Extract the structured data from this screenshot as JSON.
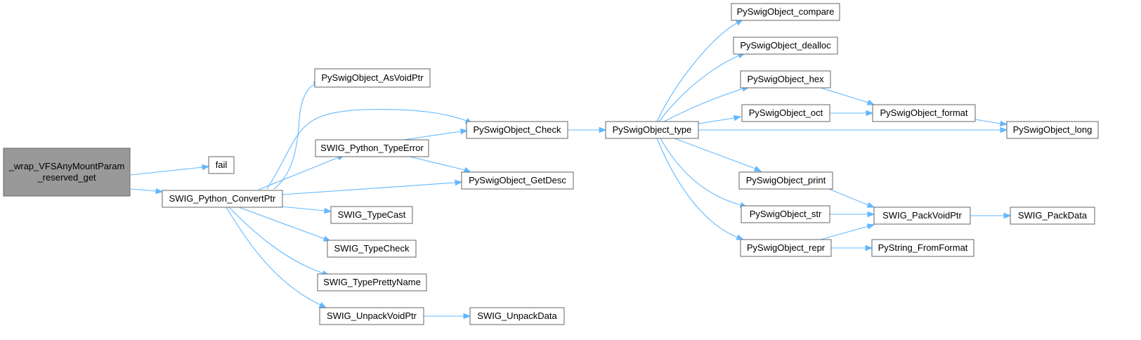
{
  "graph": {
    "nodes": [
      {
        "id": "wrap",
        "lines": [
          "_wrap_VFSAnyMountParam",
          "_reserved_get"
        ],
        "root": true
      },
      {
        "id": "fail",
        "lines": [
          "fail"
        ]
      },
      {
        "id": "convert",
        "lines": [
          "SWIG_Python_ConvertPtr"
        ]
      },
      {
        "id": "asvoid",
        "lines": [
          "PySwigObject_AsVoidPtr"
        ]
      },
      {
        "id": "typeerror",
        "lines": [
          "SWIG_Python_TypeError"
        ]
      },
      {
        "id": "typecast",
        "lines": [
          "SWIG_TypeCast"
        ]
      },
      {
        "id": "typecheck",
        "lines": [
          "SWIG_TypeCheck"
        ]
      },
      {
        "id": "prettyname",
        "lines": [
          "SWIG_TypePrettyName"
        ]
      },
      {
        "id": "unpackvoid",
        "lines": [
          "SWIG_UnpackVoidPtr"
        ]
      },
      {
        "id": "check",
        "lines": [
          "PySwigObject_Check"
        ]
      },
      {
        "id": "getdesc",
        "lines": [
          "PySwigObject_GetDesc"
        ]
      },
      {
        "id": "unpackdata",
        "lines": [
          "SWIG_UnpackData"
        ]
      },
      {
        "id": "type",
        "lines": [
          "PySwigObject_type"
        ]
      },
      {
        "id": "compare",
        "lines": [
          "PySwigObject_compare"
        ]
      },
      {
        "id": "dealloc",
        "lines": [
          "PySwigObject_dealloc"
        ]
      },
      {
        "id": "hex",
        "lines": [
          "PySwigObject_hex"
        ]
      },
      {
        "id": "oct",
        "lines": [
          "PySwigObject_oct"
        ]
      },
      {
        "id": "print",
        "lines": [
          "PySwigObject_print"
        ]
      },
      {
        "id": "str",
        "lines": [
          "PySwigObject_str"
        ]
      },
      {
        "id": "repr",
        "lines": [
          "PySwigObject_repr"
        ]
      },
      {
        "id": "format",
        "lines": [
          "PySwigObject_format"
        ]
      },
      {
        "id": "long",
        "lines": [
          "PySwigObject_long"
        ]
      },
      {
        "id": "packvoid",
        "lines": [
          "SWIG_PackVoidPtr"
        ]
      },
      {
        "id": "fromformat",
        "lines": [
          "PyString_FromFormat"
        ]
      },
      {
        "id": "packdata",
        "lines": [
          "SWIG_PackData"
        ]
      }
    ],
    "edges": [
      {
        "from": "wrap",
        "to": "fail"
      },
      {
        "from": "wrap",
        "to": "convert"
      },
      {
        "from": "convert",
        "to": "asvoid"
      },
      {
        "from": "convert",
        "to": "check"
      },
      {
        "from": "convert",
        "to": "getdesc"
      },
      {
        "from": "convert",
        "to": "typeerror"
      },
      {
        "from": "convert",
        "to": "typecast"
      },
      {
        "from": "convert",
        "to": "typecheck"
      },
      {
        "from": "convert",
        "to": "prettyname"
      },
      {
        "from": "convert",
        "to": "unpackvoid"
      },
      {
        "from": "typeerror",
        "to": "check"
      },
      {
        "from": "typeerror",
        "to": "getdesc"
      },
      {
        "from": "unpackvoid",
        "to": "unpackdata"
      },
      {
        "from": "check",
        "to": "type"
      },
      {
        "from": "type",
        "to": "compare"
      },
      {
        "from": "type",
        "to": "dealloc"
      },
      {
        "from": "type",
        "to": "hex"
      },
      {
        "from": "type",
        "to": "oct"
      },
      {
        "from": "type",
        "to": "long"
      },
      {
        "from": "type",
        "to": "print"
      },
      {
        "from": "type",
        "to": "str"
      },
      {
        "from": "type",
        "to": "repr"
      },
      {
        "from": "hex",
        "to": "format"
      },
      {
        "from": "oct",
        "to": "format"
      },
      {
        "from": "format",
        "to": "long"
      },
      {
        "from": "print",
        "to": "packvoid"
      },
      {
        "from": "str",
        "to": "packvoid"
      },
      {
        "from": "repr",
        "to": "packvoid"
      },
      {
        "from": "repr",
        "to": "fromformat"
      },
      {
        "from": "packvoid",
        "to": "packdata"
      }
    ]
  }
}
